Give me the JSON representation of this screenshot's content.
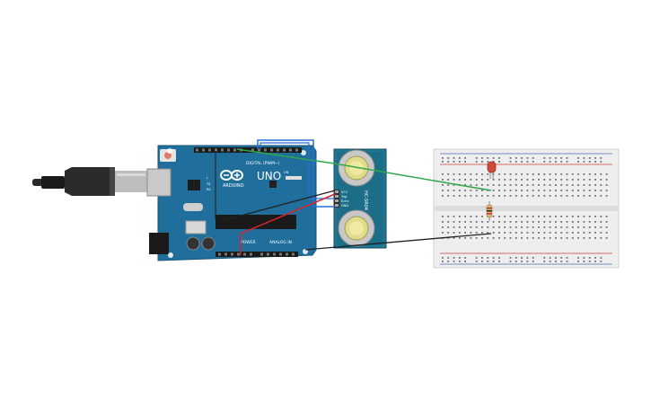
{
  "arduino": {
    "logo_text": "ARDUINO",
    "model": "UNO",
    "digital_label": "DIGITAL (PWM~)",
    "power_label": "POWER",
    "analog_label": "ANALOG IN",
    "led_on": "ON",
    "led_tx": "TX",
    "led_rx": "RX",
    "led_l": "L"
  },
  "sensor": {
    "model": "HC-SR04",
    "pins": [
      "VCC",
      "Trig",
      "Echo",
      "GND"
    ]
  },
  "colors": {
    "board": "#1f6e9c",
    "sensor_board": "#1c6e88",
    "breadboard": "#eeeeee",
    "rail_red": "#d33b3b",
    "rail_blue": "#4a6fb0",
    "wire_green": "#2fa84a",
    "wire_red": "#d8232a",
    "wire_black": "#222222",
    "wire_blue": "#2a6fd6",
    "led_red": "#d24a3a"
  }
}
